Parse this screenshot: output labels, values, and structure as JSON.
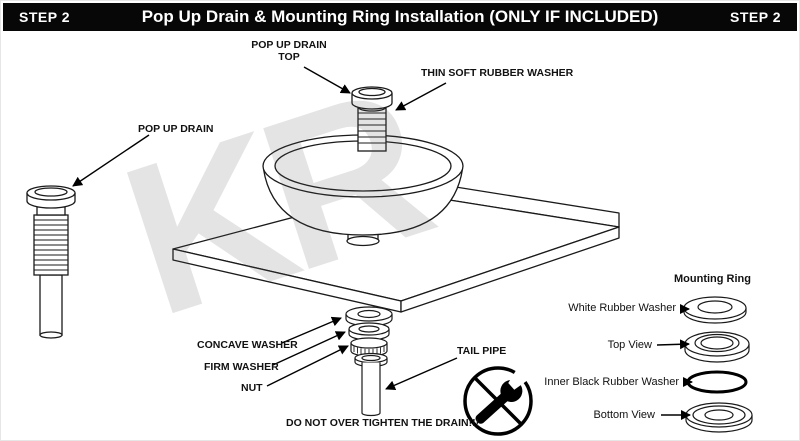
{
  "header": {
    "step_left": "STEP 2",
    "title": "Pop Up Drain & Mounting Ring Installation (ONLY IF INCLUDED)",
    "step_right": "STEP 2"
  },
  "watermark": "KR",
  "labels": {
    "pop_up_drain_top": {
      "line1": "POP UP DRAIN",
      "line2": "TOP"
    },
    "thin_soft_rubber_washer": "THIN SOFT RUBBER WASHER",
    "pop_up_drain": "POP UP DRAIN",
    "concave_washer": "CONCAVE WASHER",
    "firm_washer": "FIRM WASHER",
    "nut": "NUT",
    "tail_pipe": "TAIL PIPE",
    "warning": "DO NOT OVER TIGHTEN THE DRAIN!!!"
  },
  "mounting_ring": {
    "title": "Mounting Ring",
    "items": [
      {
        "label": "White Rubber Washer"
      },
      {
        "label": "Top View"
      },
      {
        "label": "Inner Black Rubber Washer"
      },
      {
        "label": "Bottom View"
      }
    ]
  },
  "colors": {
    "header_bg": "#070707",
    "header_text": "#ffffff",
    "line": "#1a1a1a",
    "watermark_gray": "#d9d9d9"
  }
}
